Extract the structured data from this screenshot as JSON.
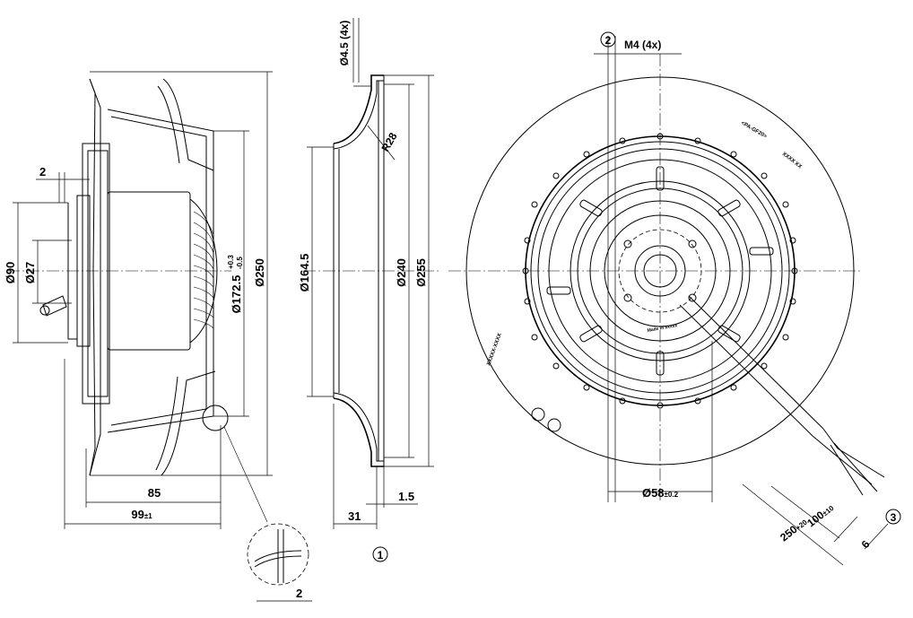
{
  "side_view": {
    "dim_2_top": "2",
    "dim_d90": "Ø90",
    "dim_d27": "Ø27",
    "dim_d172_base": "Ø172.5",
    "dim_d172_tol_up": "+0.3",
    "dim_d172_tol_down": "-0.5",
    "dim_d250": "Ø250",
    "dim_85": "85",
    "dim_99_base": "99",
    "dim_99_tol": "±1",
    "detail_dim_2": "2"
  },
  "section_view": {
    "dim_d4_5": "Ø4.5 (4x)",
    "dim_r28": "R28",
    "dim_d164_5": "Ø164.5",
    "dim_d240": "Ø240",
    "dim_d255": "Ø255",
    "dim_1_5": "1.5",
    "dim_31": "31",
    "callout_1": "1"
  },
  "front_view": {
    "callout_2": "2",
    "dim_m4": "M4 (4x)",
    "dim_d58_base": "Ø58",
    "dim_d58_tol": "±0.2",
    "dim_100_base": "100",
    "dim_100_tol": "±10",
    "dim_250_base": "250",
    "dim_250_tol": "+20",
    "dim_6": "6",
    "callout_3": "3",
    "label_top_right": "<PA-GF20>",
    "label_code": "XXXX XX",
    "label_serial": "XXXXX-XXXX",
    "label_made": "Made in xxxxx"
  }
}
